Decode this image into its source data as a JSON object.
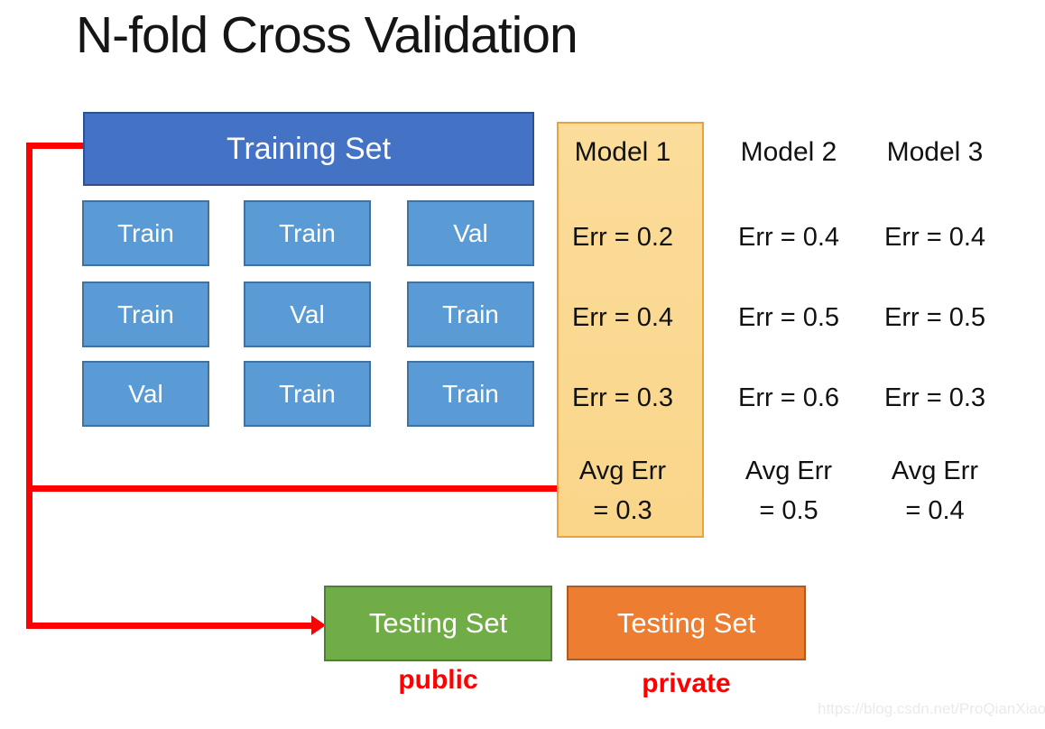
{
  "title": "N-fold Cross Validation",
  "training_set": {
    "label": "Training Set"
  },
  "folds": {
    "rows": [
      [
        "Train",
        "Train",
        "Val"
      ],
      [
        "Train",
        "Val",
        "Train"
      ],
      [
        "Val",
        "Train",
        "Train"
      ]
    ]
  },
  "models": [
    {
      "name": "Model 1",
      "highlighted": true,
      "errors": [
        "Err = 0.2",
        "Err = 0.4",
        "Err = 0.3"
      ],
      "avg": [
        "Avg Err",
        "= 0.3"
      ]
    },
    {
      "name": "Model 2",
      "highlighted": false,
      "errors": [
        "Err = 0.4",
        "Err = 0.5",
        "Err = 0.6"
      ],
      "avg": [
        "Avg Err",
        "= 0.5"
      ]
    },
    {
      "name": "Model 3",
      "highlighted": false,
      "errors": [
        "Err = 0.4",
        "Err = 0.5",
        "Err = 0.3"
      ],
      "avg": [
        "Avg Err",
        "= 0.4"
      ]
    }
  ],
  "testing_sets": [
    {
      "label": "Testing Set",
      "caption": "public",
      "variant": "green"
    },
    {
      "label": "Testing Set",
      "caption": "private",
      "variant": "orange"
    }
  ],
  "watermark": "https://blog.csdn.net/ProQianXiao",
  "colors": {
    "training_header_fill": "#4472C4",
    "training_header_border": "#2F528F",
    "fold_fill": "#5B9BD5",
    "fold_border": "#41719C",
    "model1_highlight_fill": "#FAD88E",
    "model1_highlight_border": "#E8A33C",
    "testing_public_fill": "#70AD47",
    "testing_public_border": "#507E32",
    "testing_private_fill": "#ED7D31",
    "testing_private_border": "#AE5A21",
    "connector": "#FF0000",
    "caption_text": "#FF0000"
  }
}
